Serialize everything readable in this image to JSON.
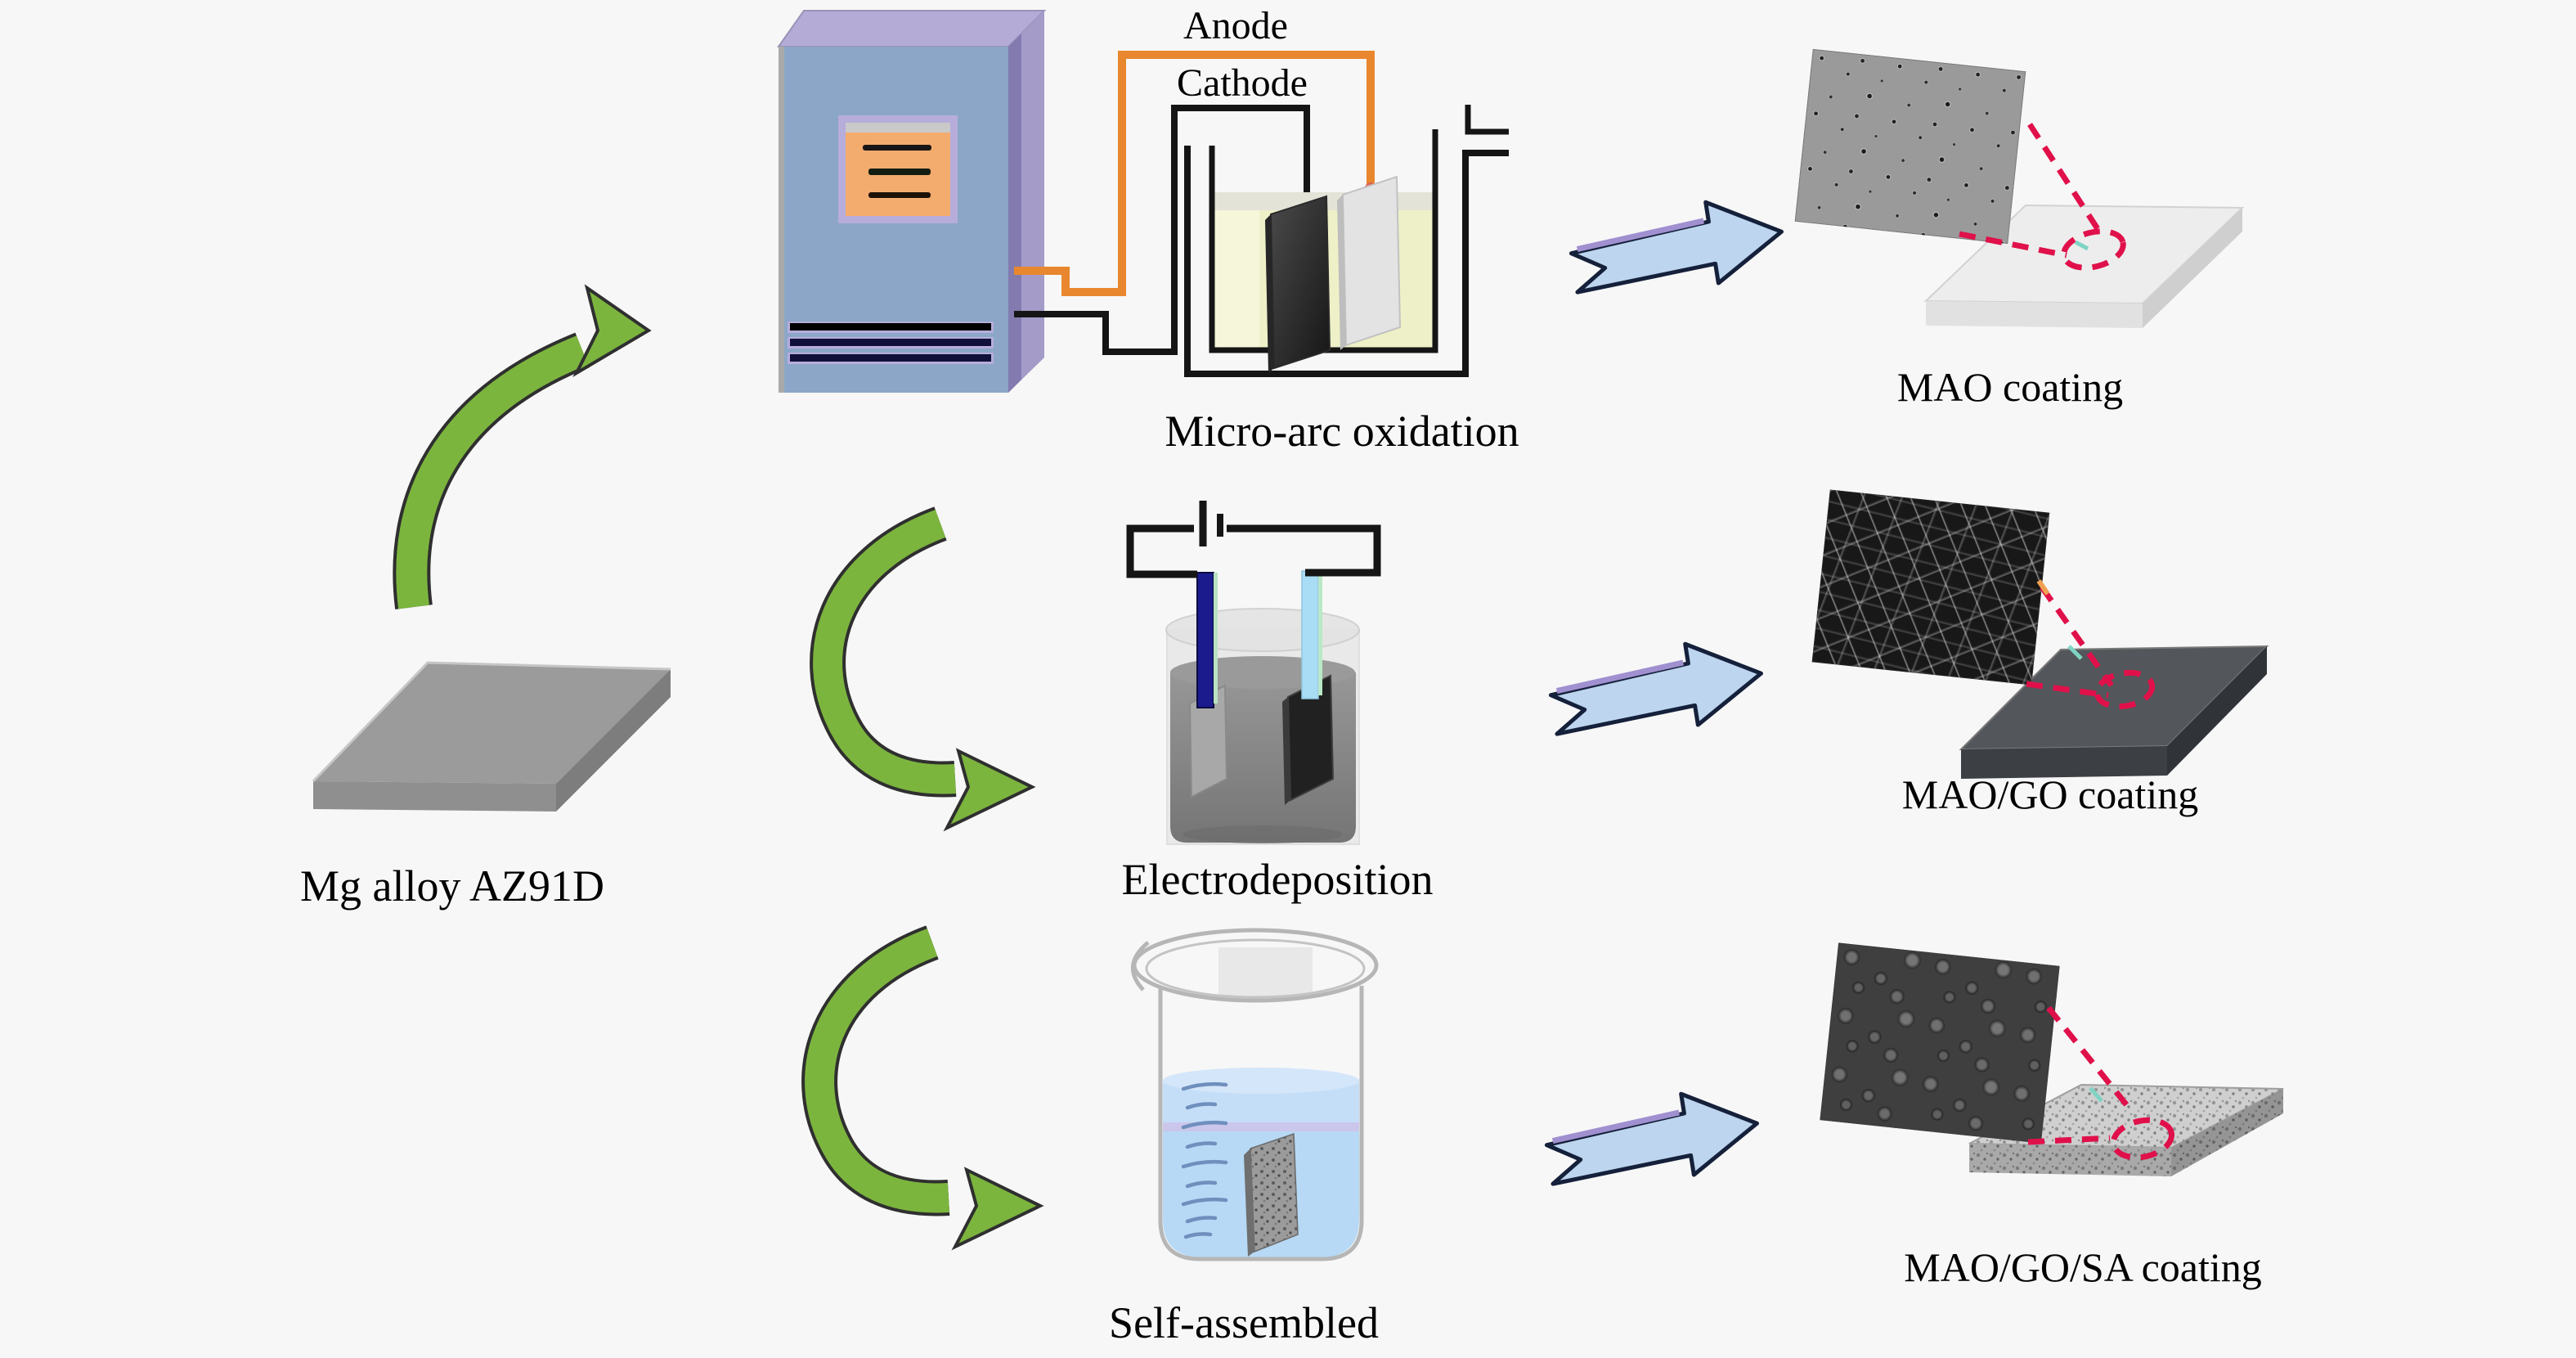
{
  "diagram": {
    "title_implicit": "Preparation routes of coatings on Mg alloy",
    "substrate": {
      "label": "Mg alloy AZ91D"
    },
    "electrode_labels": {
      "anode": "Anode",
      "cathode": "Cathode"
    },
    "processes": [
      {
        "id": "micro-arc-oxidation",
        "label": "Micro-arc oxidation",
        "result_label": "MAO coating"
      },
      {
        "id": "electrodeposition",
        "label": "Electrodeposition",
        "result_label": "MAO/GO coating"
      },
      {
        "id": "self-assembly",
        "label": "Self-assembled",
        "result_label": "MAO/GO/SA coating"
      }
    ],
    "icons": [
      "power-supply-icon",
      "electrolytic-bath-icon",
      "battery-icon",
      "beaker-icon",
      "glass-beaker-icon",
      "curved-arrow-icon",
      "ribbon-arrow-icon",
      "sem-micrograph",
      "magnification-callout"
    ],
    "colors": {
      "background": "#f7f7f7",
      "text": "#000000",
      "green_arrow": "#7cb53e",
      "green_arrow_outline": "#2f2f2f",
      "blue_arrow_fill": "#bdd5ef",
      "blue_arrow_outline": "#15203a",
      "blue_arrow_accent": "#a090d0",
      "orange_wire": "#e8872e",
      "black_wire": "#151515",
      "psu_front": "#8ba6c7",
      "psu_top": "#b5abd7",
      "psu_side": "#a49bc9",
      "panel_fill": "#f4ab6e",
      "panel_border": "#b7addb",
      "vent_navy": "#10103a",
      "mao_liquid": "#eef0c8",
      "ed_liquid_dark": "#757575",
      "ed_liquid_light": "#979797",
      "sa_liquid": "#b7d9f5",
      "sa_band": "#cdc3ea",
      "callout_red": "#e0104a",
      "callout_teal": "#7fd4c4",
      "plate_gray": "#9b9b9b"
    }
  }
}
